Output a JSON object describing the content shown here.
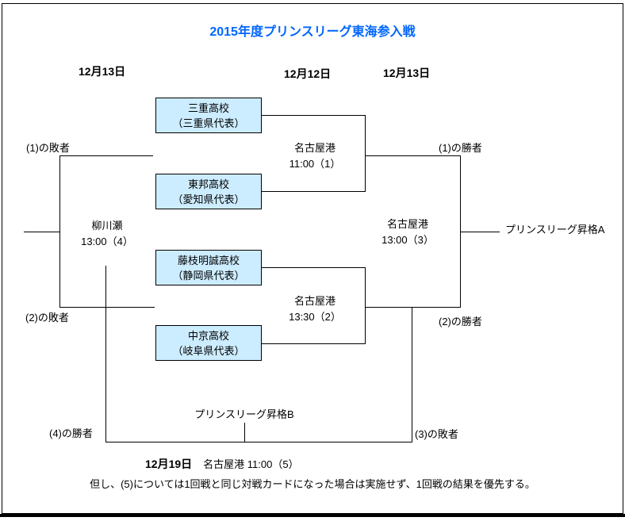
{
  "title": "2015年度プリンスリーグ東海参入戦",
  "colors": {
    "title_blue": "#0066FF",
    "team_box_fill": "#CCECFF"
  },
  "date_headers": [
    {
      "label": "12月13日"
    },
    {
      "label": "12月12日"
    },
    {
      "label": "12月13日"
    }
  ],
  "teams": [
    {
      "name": "三重高校",
      "prefecture": "（三重県代表）"
    },
    {
      "name": "東邦高校",
      "prefecture": "（愛知県代表）"
    },
    {
      "name": "藤枝明誠高校",
      "prefecture": "（静岡県代表）"
    },
    {
      "name": "中京高校",
      "prefecture": "（岐阜県代表）"
    }
  ],
  "matches": {
    "m1": {
      "venue": "名古屋港",
      "time": "11:00（1）"
    },
    "m2": {
      "venue": "名古屋港",
      "time": "13:30（2）"
    },
    "m3": {
      "venue": "名古屋港",
      "time": "13:00（3）"
    },
    "m4": {
      "venue": "柳川瀬",
      "time": "13:00（4）"
    }
  },
  "labels": {
    "loser1": "(1)の敗者",
    "loser2": "(2)の敗者",
    "winner1": "(1)の勝者",
    "winner2": "(2)の勝者",
    "winner4": "(4)の勝者",
    "loser3": "(3)の敗者",
    "promotion_a": "プリンスリーグ昇格A",
    "promotion_b": "プリンスリーグ昇格B"
  },
  "final_match": {
    "date": "12月19日",
    "details": "名古屋港 11:00（5）"
  },
  "note": "但し、(5)については1回戦と同じ対戦カードになった場合は実施せず、1回戦の結果を優先する。"
}
